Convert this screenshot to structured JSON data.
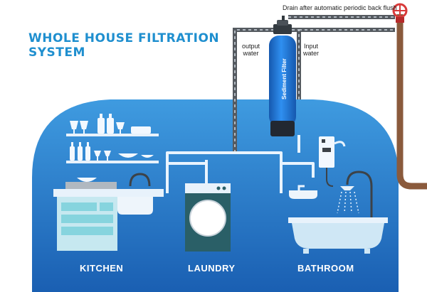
{
  "title": {
    "line1": "WHOLE HOUSE FILTRATION",
    "line2": "SYSTEM"
  },
  "labels": {
    "drain": "Drain after automatic periodic back flush",
    "output_line1": "output",
    "output_line2": "water",
    "input_line1": "Input",
    "input_line2": "water",
    "filter_brand": "Sediment Filter"
  },
  "rooms": {
    "kitchen": "KITCHEN",
    "laundry": "LAUNDRY",
    "bathroom": "BATHROOM"
  },
  "colors": {
    "title": "#1f8fcf",
    "house_blue": "#1b63b8",
    "house_light": "#3f9be0",
    "filter": "#1d6fd1",
    "pipe": "#555a60",
    "white_pipe": "#e9f4ff",
    "drain_pipe": "#8a5a3c",
    "valve": "#d83a3a"
  }
}
